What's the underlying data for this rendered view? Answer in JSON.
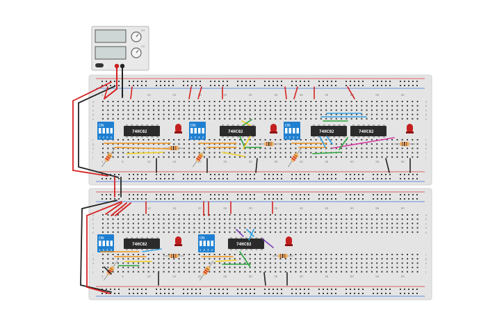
{
  "column_numbers": [
    "1",
    "5",
    "10",
    "15",
    "20",
    "25",
    "30",
    "35",
    "40",
    "45",
    "50",
    "55",
    "60"
  ],
  "row_letters_top": [
    "a",
    "b",
    "c",
    "d",
    "e"
  ],
  "row_letters_bottom": [
    "f",
    "g",
    "h",
    "i",
    "j"
  ],
  "chip_label": "74HC02",
  "dip_switch": {
    "on_label": "ON",
    "positions": [
      "1",
      "2",
      "3",
      "4"
    ]
  },
  "power_supply": {
    "knob_labels": [
      "CV",
      "CC"
    ],
    "button_label": ""
  },
  "colors": {
    "wire_red": "#d62020",
    "wire_black": "#222222",
    "wire_orange": "#f0941a",
    "wire_yellow": "#f2cf1a",
    "wire_green": "#2aa33a",
    "wire_blue": "#2f9fe0",
    "wire_purple": "#7a3fb5",
    "wire_magenta": "#d43aa3",
    "led_red": "#c41f1f",
    "resistor_body": "#e8b46a"
  },
  "boards": [
    {
      "name": "top-breadboard"
    },
    {
      "name": "bottom-breadboard"
    }
  ],
  "circuits": [
    {
      "name": "circuit-1",
      "board": 0,
      "chips": 1
    },
    {
      "name": "circuit-2",
      "board": 0,
      "chips": 1
    },
    {
      "name": "circuit-3",
      "board": 0,
      "chips": 2
    },
    {
      "name": "circuit-4",
      "board": 1,
      "chips": 1
    },
    {
      "name": "circuit-5",
      "board": 1,
      "chips": 1
    }
  ]
}
